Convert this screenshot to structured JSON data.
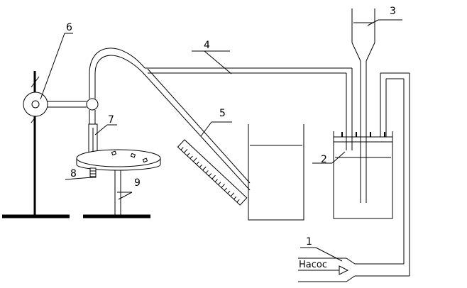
{
  "labels": {
    "pump_label": "1",
    "vessel_label": "2",
    "funnel_label": "3",
    "tube_label": "4",
    "scale_label": "5",
    "clamp_label": "6",
    "capillary_label": "7",
    "screw_label": "8",
    "table_label": "9"
  },
  "pump": {
    "text": "Насос"
  },
  "colors": {
    "ink": "#000000",
    "background": "#ffffff"
  }
}
